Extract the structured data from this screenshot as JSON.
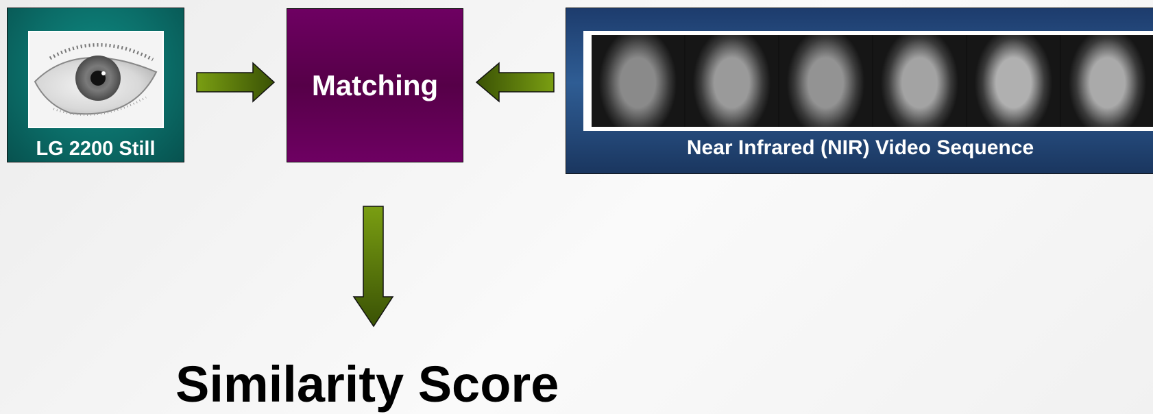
{
  "diagram": {
    "still_caption": "LG 2200 Still",
    "matching_label": "Matching",
    "video_caption": "Near Infrared (NIR) Video Sequence",
    "score_label": "Similarity Score",
    "video_frame_count": 6,
    "colors": {
      "still_panel": "#0b6d68",
      "matching_box": "#600052",
      "video_panel": "#2a558a",
      "arrow_light": "#7a9e12",
      "arrow_dark": "#3a5205"
    },
    "arrows": [
      {
        "from": "still_panel",
        "to": "matching_box"
      },
      {
        "from": "video_panel",
        "to": "matching_box"
      },
      {
        "from": "matching_box",
        "to": "similarity_score"
      }
    ]
  }
}
